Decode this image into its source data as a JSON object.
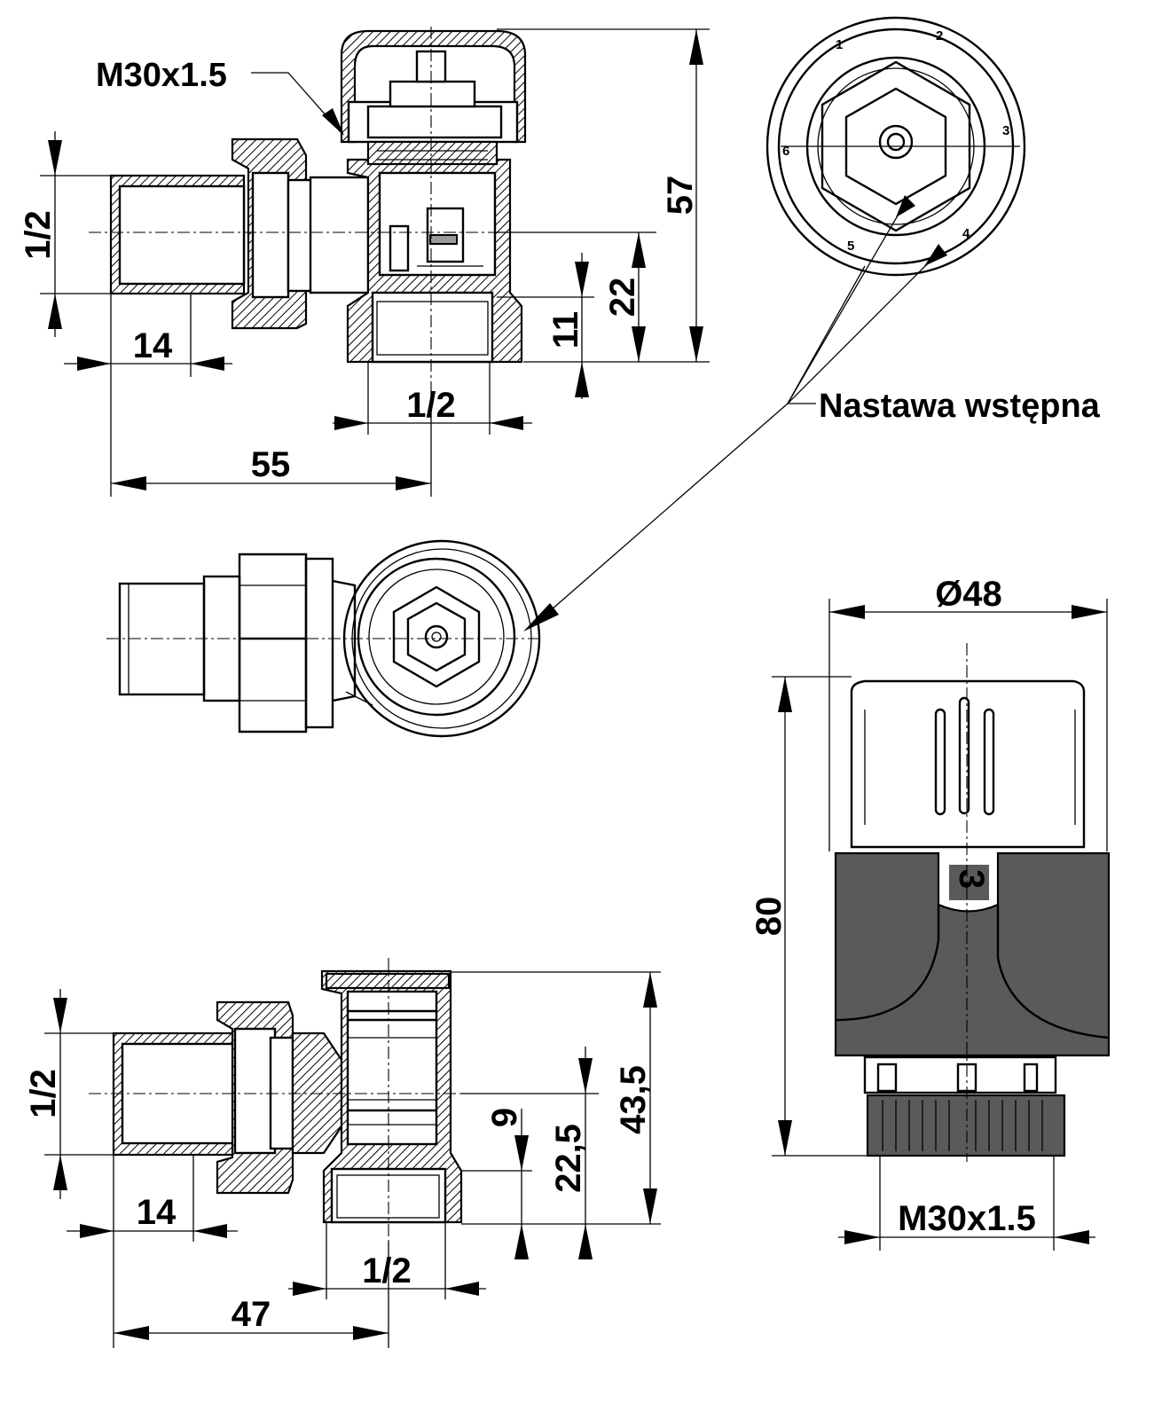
{
  "labels": {
    "thread_top": "M30x1.5",
    "preset": "Nastawa wstępna",
    "thread_head": "M30x1.5"
  },
  "top_view_dims": {
    "pipe": "1/2",
    "nut_len": "14",
    "body_len": "55",
    "outlet": "1/2",
    "height": "57",
    "h22": "22",
    "h11": "11"
  },
  "bottom_view_dims": {
    "pipe": "1/2",
    "nut_len": "14",
    "body_len": "47",
    "outlet": "1/2",
    "height": "43,5",
    "h22": "22,5",
    "h9": "9"
  },
  "head_dims": {
    "diameter": "Ø48",
    "height": "80",
    "dial_mark": "3"
  },
  "dial_marks": [
    "1",
    "2",
    "3",
    "4",
    "5",
    "6"
  ]
}
